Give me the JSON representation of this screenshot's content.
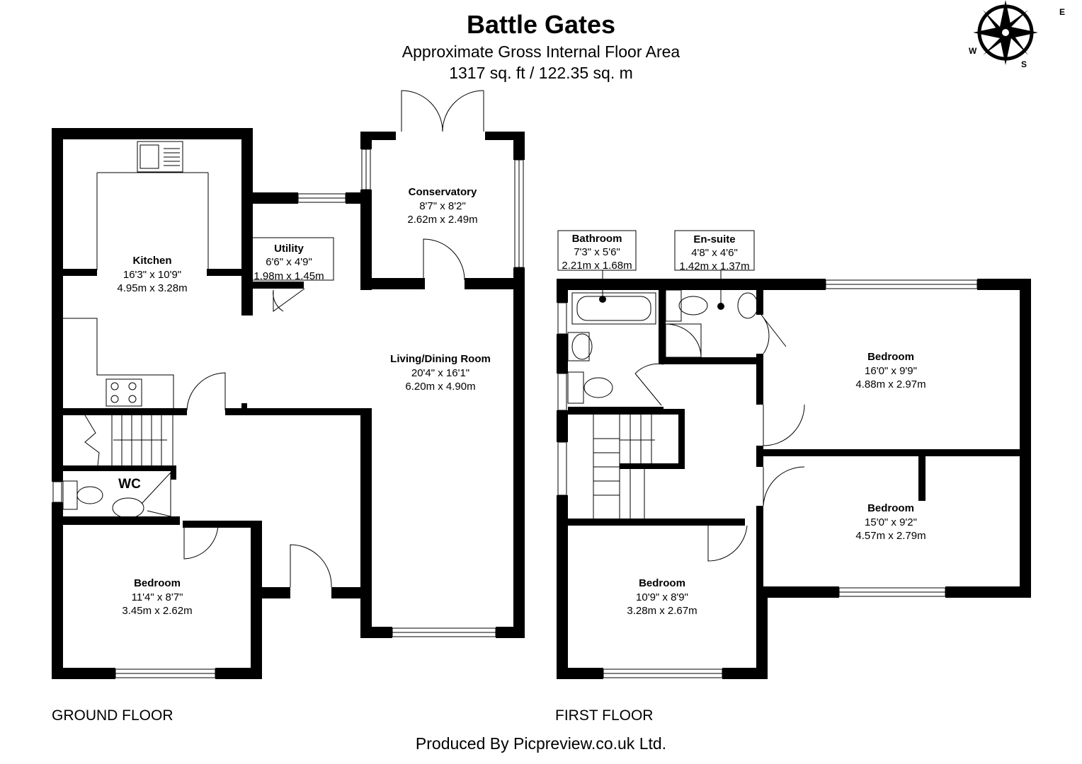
{
  "header": {
    "title": "Battle Gates",
    "subtitle": "Approximate Gross Internal Floor Area",
    "area": "1317 sq. ft / 122.35 sq. m"
  },
  "compass": {
    "icon": "compass-rose-icon",
    "east": "E",
    "west": "W",
    "south": "S"
  },
  "floors": {
    "ground": "GROUND FLOOR",
    "first": "FIRST FLOOR"
  },
  "rooms": {
    "kitchen": {
      "name": "Kitchen",
      "imperial": "16'3\" x 10'9\"",
      "metric": "4.95m x 3.28m"
    },
    "utility": {
      "name": "Utility",
      "imperial": "6'6\" x 4'9\"",
      "metric": "1.98m x 1.45m"
    },
    "conservatory": {
      "name": "Conservatory",
      "imperial": "8'7\" x 8'2\"",
      "metric": "2.62m x 2.49m"
    },
    "living": {
      "name": "Living/Dining Room",
      "imperial": "20'4\" x 16'1\"",
      "metric": "6.20m x 4.90m"
    },
    "wc": {
      "name": "WC"
    },
    "ground_bedroom": {
      "name": "Bedroom",
      "imperial": "11'4\" x 8'7\"",
      "metric": "3.45m x 2.62m"
    },
    "bathroom": {
      "name": "Bathroom",
      "imperial": "7'3\" x 5'6\"",
      "metric": "2.21m x 1.68m"
    },
    "ensuite": {
      "name": "En-suite",
      "imperial": "4'8\" x 4'6\"",
      "metric": "1.42m x 1.37m"
    },
    "bedroom_1": {
      "name": "Bedroom",
      "imperial": "16'0\" x 9'9\"",
      "metric": "4.88m x 2.97m"
    },
    "bedroom_2": {
      "name": "Bedroom",
      "imperial": "15'0\" x 9'2\"",
      "metric": "4.57m x 2.79m"
    },
    "bedroom_3": {
      "name": "Bedroom",
      "imperial": "10'9\" x 8'9\"",
      "metric": "3.28m x 2.67m"
    }
  },
  "footer": {
    "credit": "Produced By Picpreview.co.uk Ltd."
  }
}
